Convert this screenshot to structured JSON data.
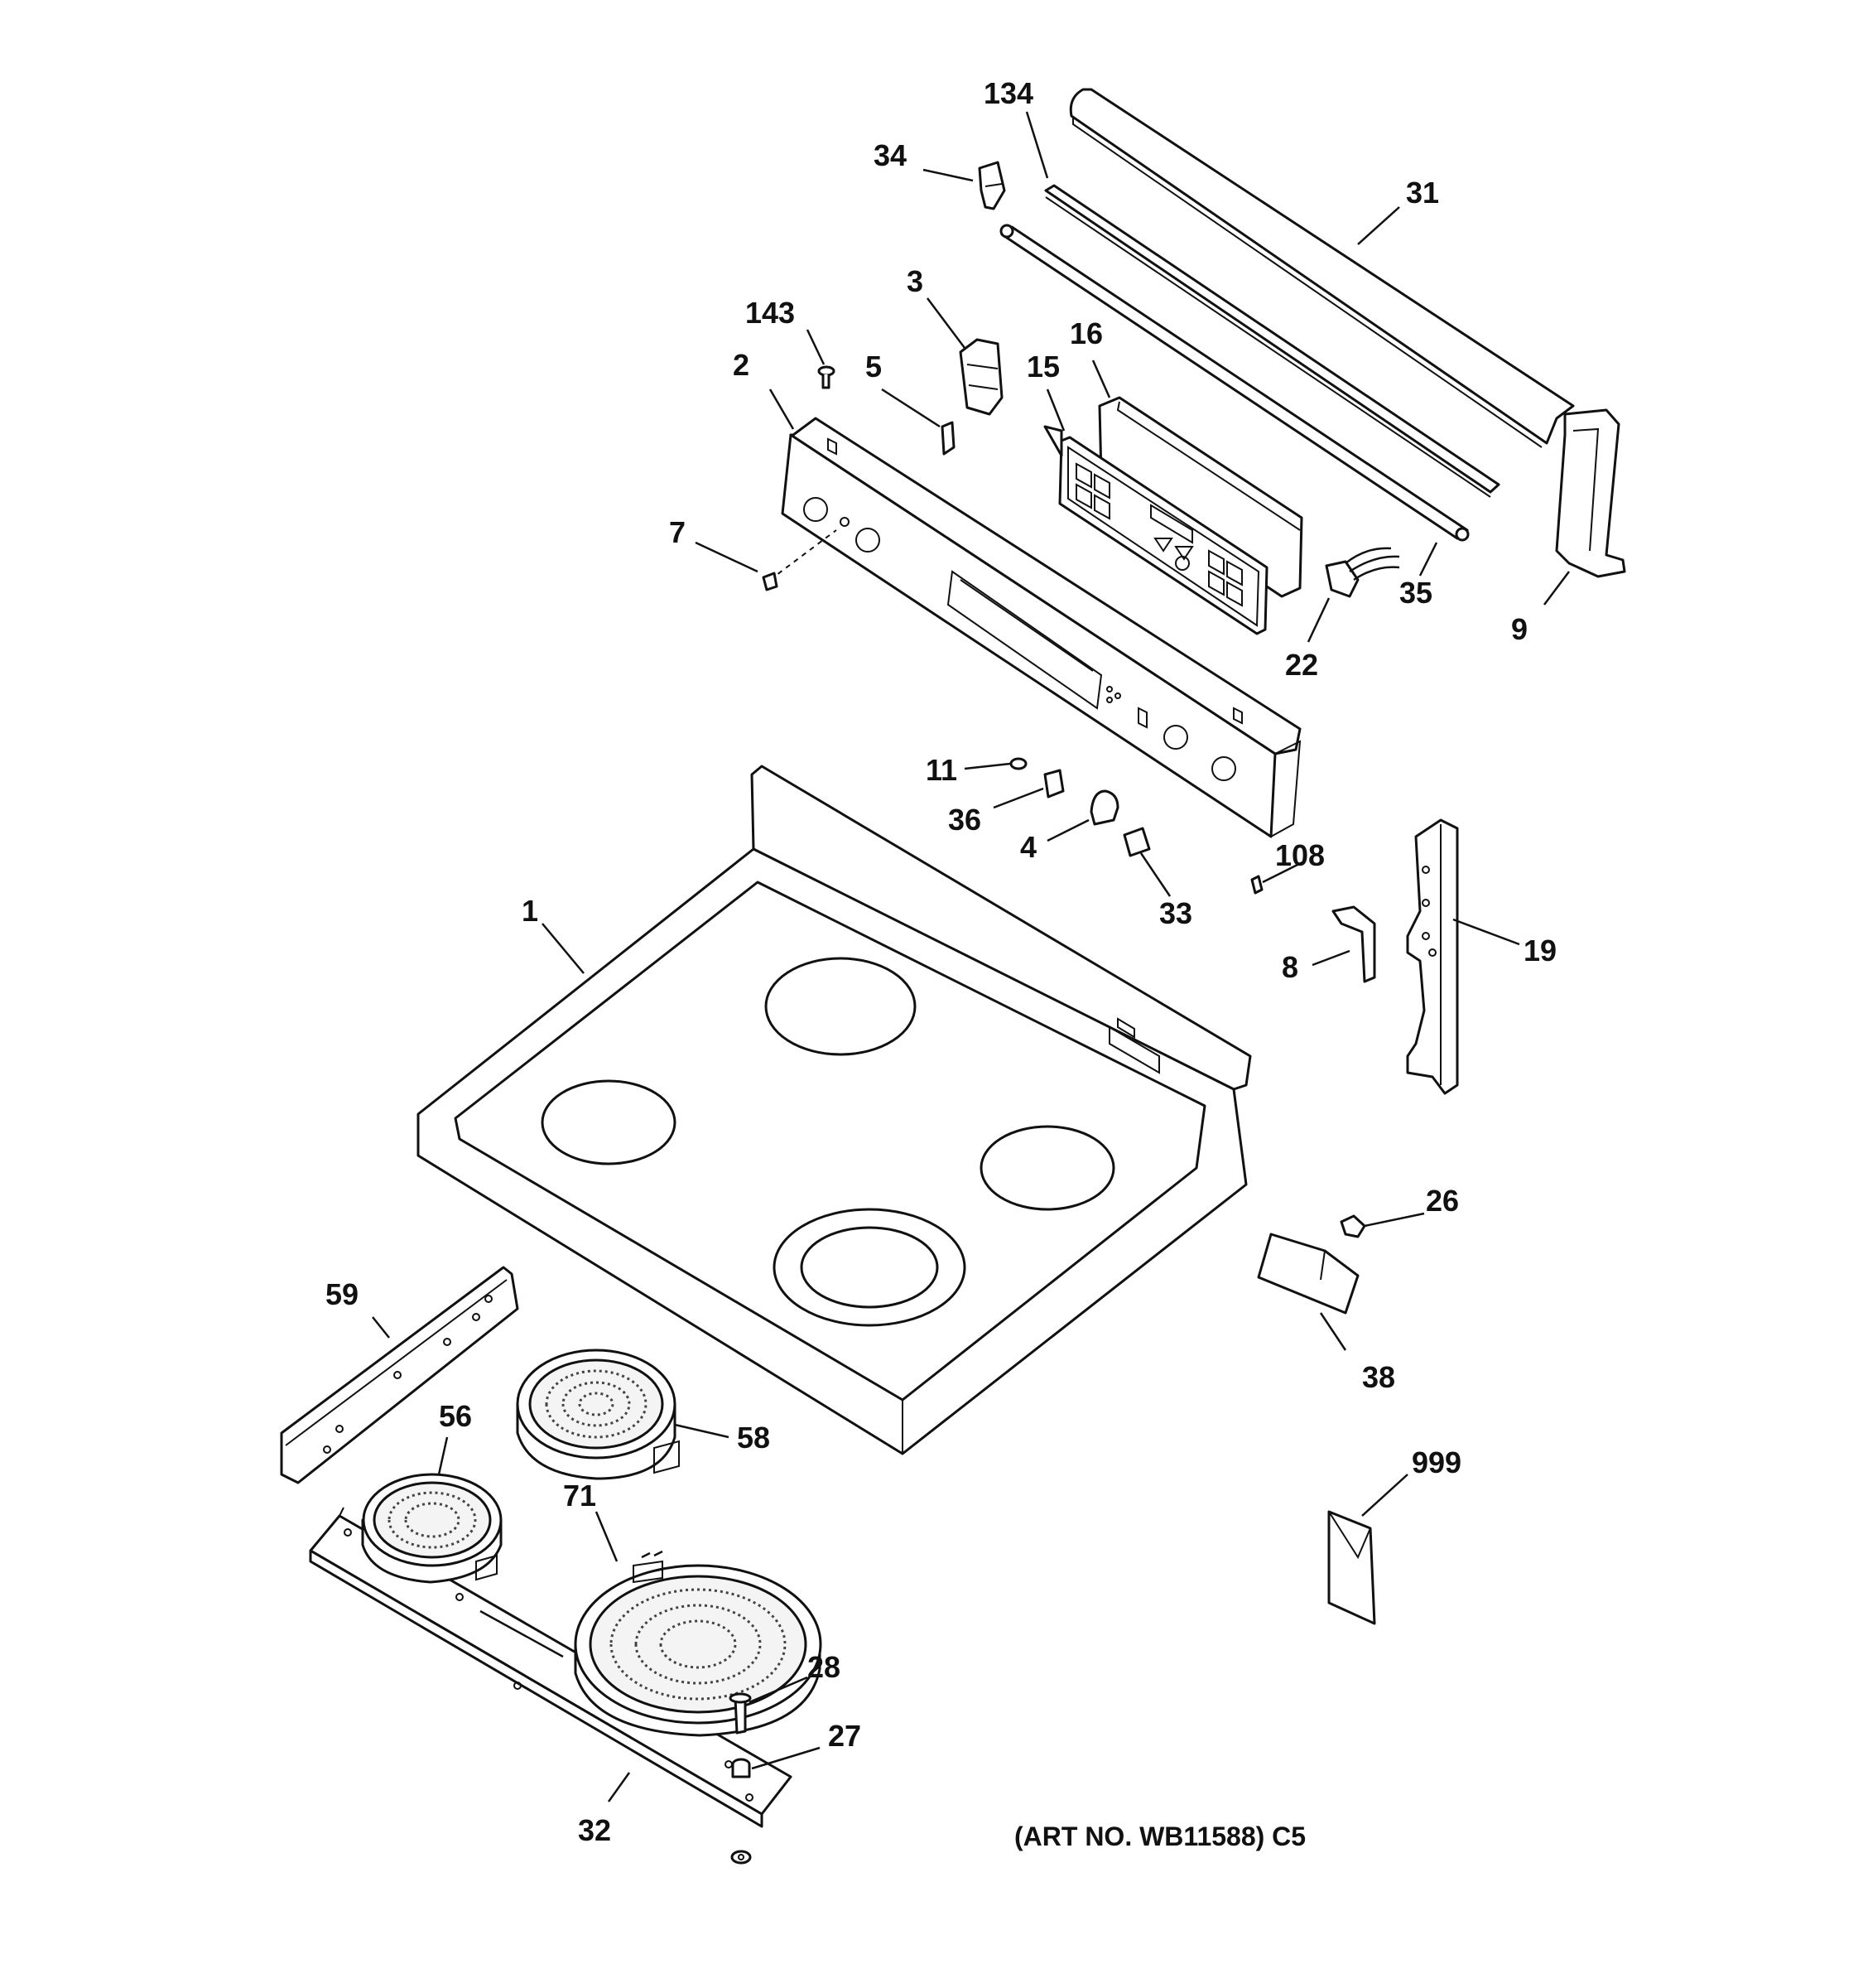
{
  "diagram": {
    "type": "exploded-parts-view",
    "art_note": "(ART NO. WB11588) C5",
    "callouts": [
      {
        "id": "134",
        "text": "134"
      },
      {
        "id": "31",
        "text": "31"
      },
      {
        "id": "34",
        "text": "34"
      },
      {
        "id": "3",
        "text": "3"
      },
      {
        "id": "143",
        "text": "143"
      },
      {
        "id": "16",
        "text": "16"
      },
      {
        "id": "2",
        "text": "2"
      },
      {
        "id": "5",
        "text": "5"
      },
      {
        "id": "15",
        "text": "15"
      },
      {
        "id": "7",
        "text": "7"
      },
      {
        "id": "35",
        "text": "35"
      },
      {
        "id": "9",
        "text": "9"
      },
      {
        "id": "22",
        "text": "22"
      },
      {
        "id": "11",
        "text": "11"
      },
      {
        "id": "36",
        "text": "36"
      },
      {
        "id": "4",
        "text": "4"
      },
      {
        "id": "108",
        "text": "108"
      },
      {
        "id": "33",
        "text": "33"
      },
      {
        "id": "1",
        "text": "1"
      },
      {
        "id": "19",
        "text": "19"
      },
      {
        "id": "8",
        "text": "8"
      },
      {
        "id": "26",
        "text": "26"
      },
      {
        "id": "59",
        "text": "59"
      },
      {
        "id": "38",
        "text": "38"
      },
      {
        "id": "56",
        "text": "56"
      },
      {
        "id": "58",
        "text": "58"
      },
      {
        "id": "999",
        "text": "999"
      },
      {
        "id": "71",
        "text": "71"
      },
      {
        "id": "28",
        "text": "28"
      },
      {
        "id": "27",
        "text": "27"
      },
      {
        "id": "32",
        "text": "32"
      }
    ]
  }
}
